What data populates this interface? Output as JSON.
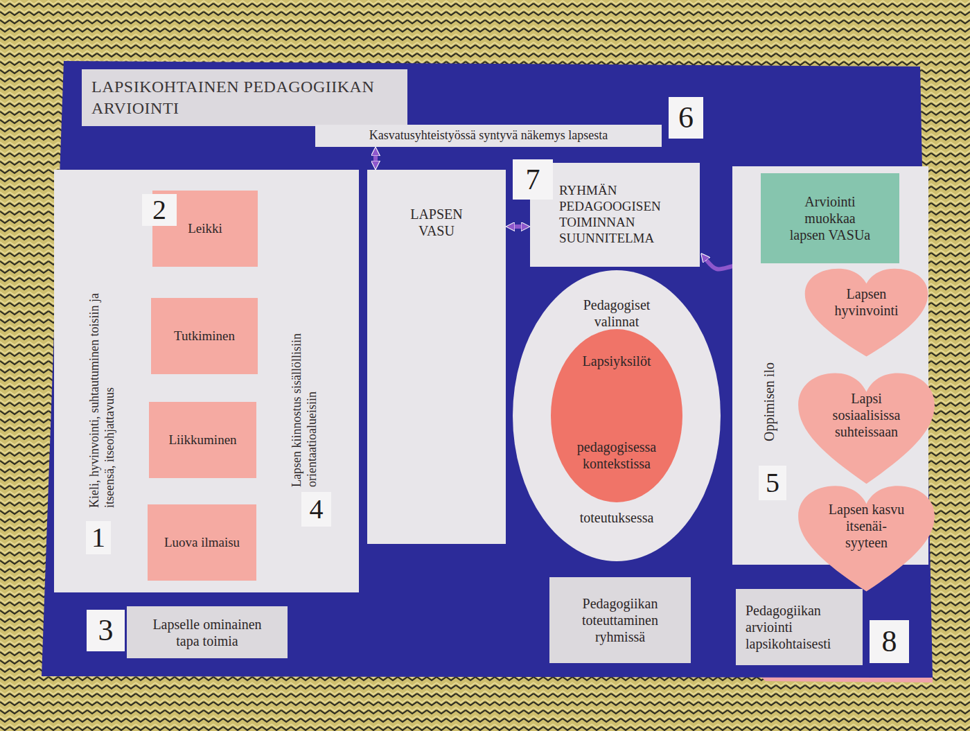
{
  "diagram": {
    "title": "LAPSIKOHTAINEN PEDAGOGIIKAN ARVIOINTI",
    "nodes": [
      {
        "text": [
          "Kasvatusyhteistyössä syntyvä näkemys lapsesta"
        ]
      },
      {
        "text": [
          "Kieli, hyvinvointi, suhtautuminen toisiin ja itseensä, itseohjattavuus",
          "Lapsen kiinnostus sisällöllisiin orientaatioalueisiin"
        ]
      },
      {
        "text": [
          "Leikki"
        ],
        "in": 1
      },
      {
        "text": [
          "Tutkiminen"
        ],
        "in": 1
      },
      {
        "text": [
          "Liikkuminen"
        ],
        "in": 1
      },
      {
        "text": [
          "Luova ilmaisu"
        ],
        "in": 1
      },
      {
        "text": [
          "Lapselle ominainen tapa toimia"
        ]
      },
      {
        "text": [
          "LAPSEN VASU"
        ]
      },
      {
        "text": [
          "RYHMÄN PEDAGOOGISEN TOIMINNAN SUUNNITELMA"
        ]
      },
      {
        "text": [
          "Pedagogiset valinnat",
          "toteutuksessa"
        ]
      },
      {
        "text": [
          "Lapsiyksilöt",
          "pedagogisessa kontekstissa"
        ],
        "in": 9
      },
      {
        "text": [
          "Pedagogiikan toteuttaminen ryhmissä"
        ]
      },
      {
        "text": [
          "Oppimisen ilo"
        ]
      },
      {
        "text": [
          "Arviointi muokkaa lapsen VASUa"
        ],
        "in": 12
      },
      {
        "text": [
          "Lapsen hyvinvointi"
        ],
        "in": 12
      },
      {
        "text": [
          "Lapsi sosiaalisissa suhteissaan"
        ],
        "in": 12
      },
      {
        "text": [
          "Lapsen kasvu itsenäi- syyteen"
        ],
        "in": 12
      },
      {
        "text": [
          "Pedagogiikan arviointi lapsikohtaisesti"
        ]
      }
    ],
    "edges": [
      {
        "from": 0,
        "to": 7,
        "arrow": "both"
      },
      {
        "from": 7,
        "to": 8,
        "arrow": "both"
      },
      {
        "from": 13,
        "to": 8,
        "arrow": "to"
      }
    ],
    "labels": [
      "6",
      "7",
      "2",
      "1",
      "4",
      "5",
      "3",
      "8"
    ]
  }
}
